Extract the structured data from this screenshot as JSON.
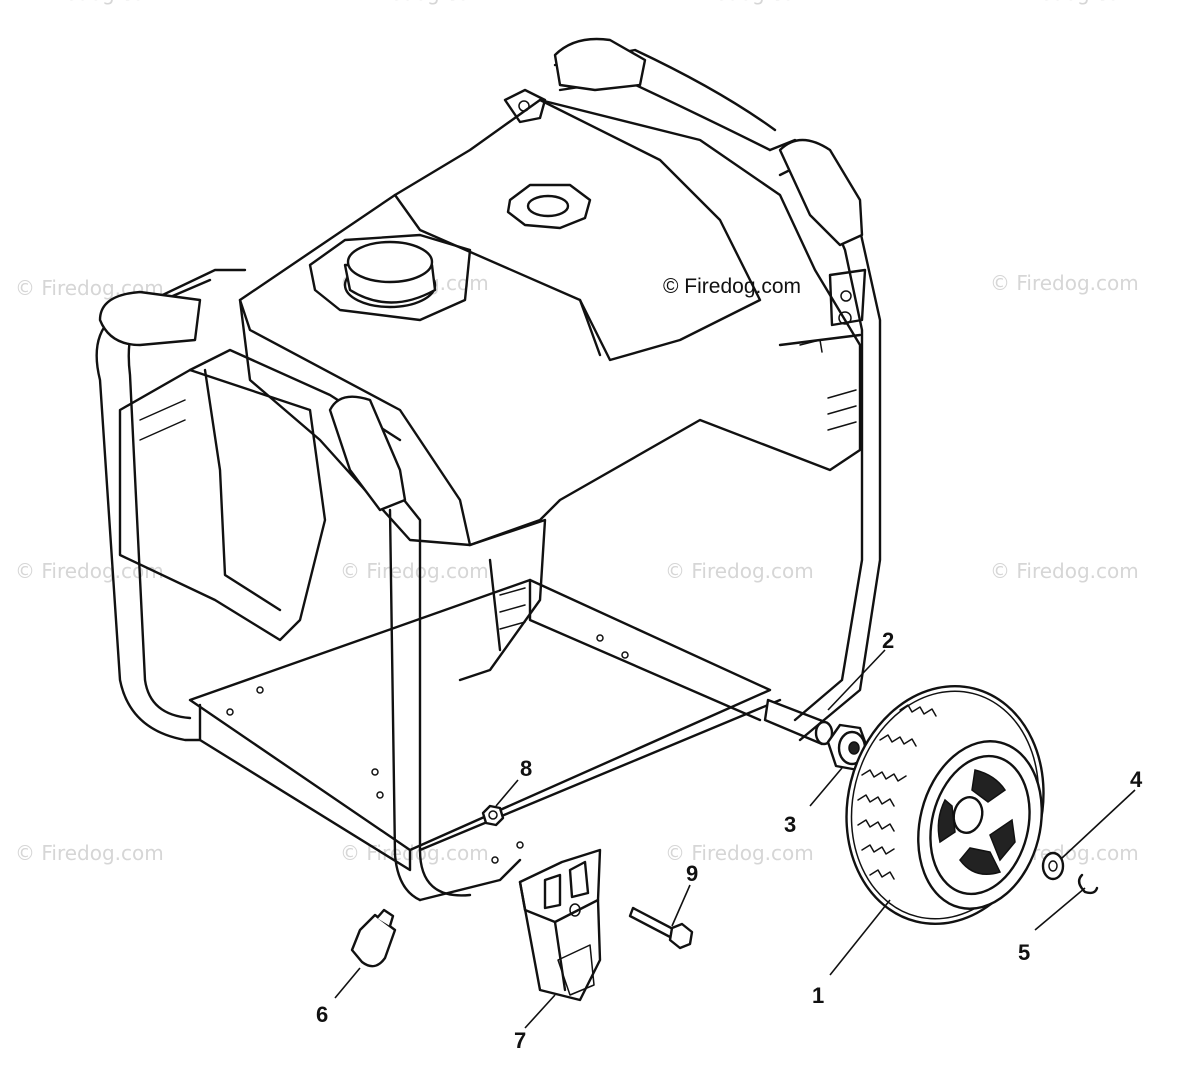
{
  "copyright": "© Firedog.com",
  "watermark": "© Firedog.com",
  "callouts": {
    "c1": "1",
    "c2": "2",
    "c3": "3",
    "c4": "4",
    "c5": "5",
    "c6": "6",
    "c7": "7",
    "c8": "8",
    "c9": "9"
  }
}
